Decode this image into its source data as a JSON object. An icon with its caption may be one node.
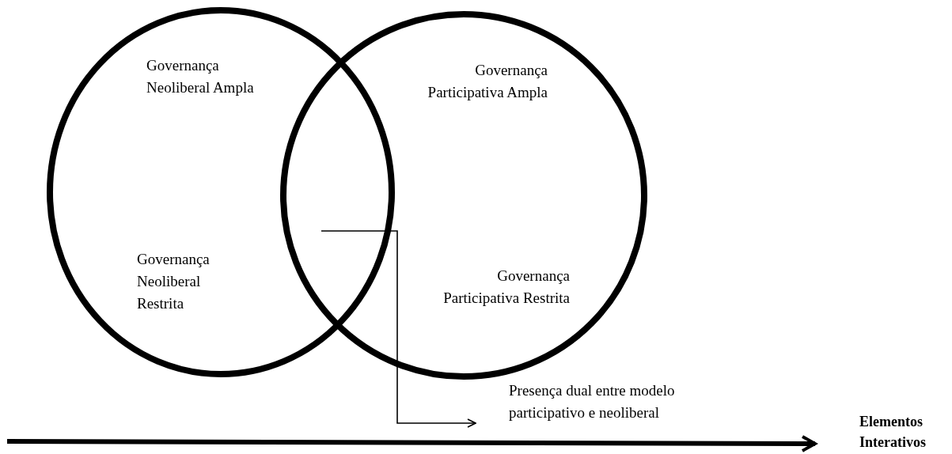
{
  "diagram": {
    "nodes": [
      {
        "text": [
          "Governança Neoliberal Ampla",
          "Governança Neoliberal Restrita"
        ]
      },
      {
        "text": [
          "Governança Participativa Ampla",
          "Governança Participativa Restrita"
        ]
      },
      {
        "text": [
          "Presença dual entre modelo participativo e neoliberal"
        ]
      },
      {
        "text": [
          "Elementos Interativos"
        ]
      }
    ],
    "edges": [
      {
        "from": 0,
        "to": 2,
        "arrow": "to"
      },
      {
        "from": null,
        "to": 3,
        "arrow": "to",
        "style": "thick"
      }
    ]
  }
}
